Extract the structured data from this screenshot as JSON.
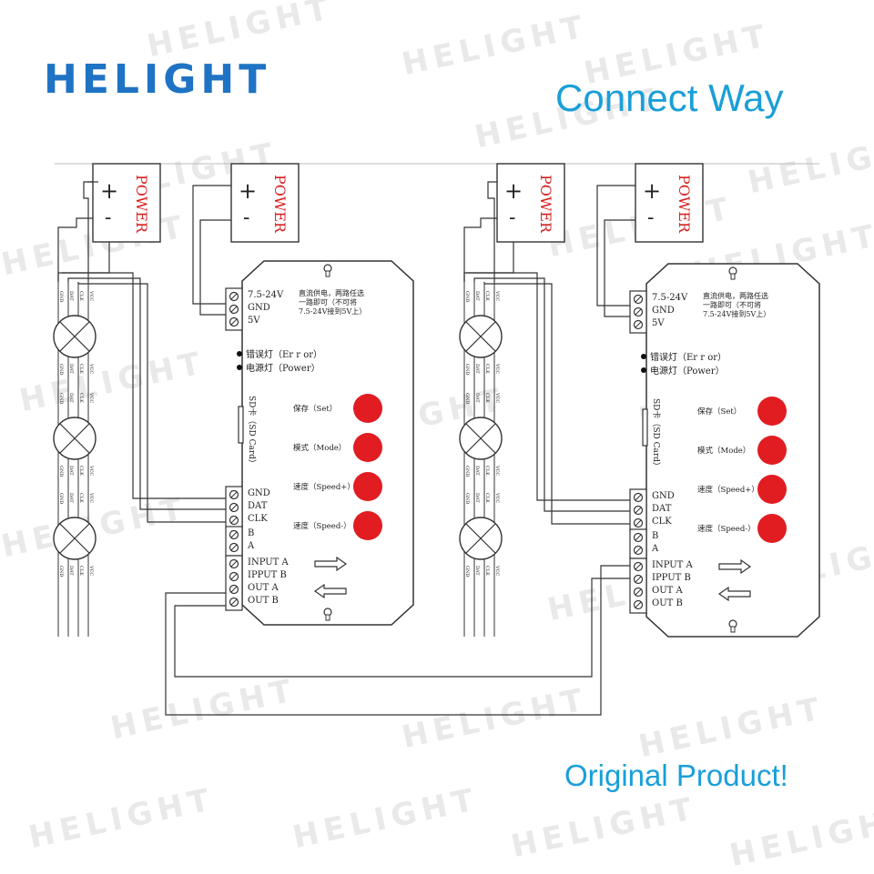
{
  "brand": {
    "name": "HELIGHT"
  },
  "watermark": "HELIGHT",
  "heading": "Connect Way",
  "footer_note": "Original Product!",
  "colors": {
    "brand": "#1f73c4",
    "heading": "#1a9fd8",
    "button": "#e11d22",
    "power_label": "#d62020",
    "line": "#333333"
  },
  "power_supply": {
    "label": "POWER",
    "plus": "+",
    "minus": "-"
  },
  "controller": {
    "power_terminals": [
      "7.5-24V",
      "GND",
      "5V"
    ],
    "power_note": [
      "直流供电，两路任选",
      "一路即可（不可将",
      "7.5-24V接到5V上）"
    ],
    "indicators": [
      "错误灯（Er r or）",
      "电源灯（Power）"
    ],
    "sd_label": "SD卡（SD Card）",
    "buttons": [
      "保存（Set）",
      "模式（Mode）",
      "速度（Speed+）",
      "速度（Speed-）"
    ],
    "signal_terminals": [
      "GND",
      "DAT",
      "CLK"
    ],
    "bus_terminals": [
      "B",
      "A",
      "INPUT A",
      "IPPUT B",
      "OUT A",
      "OUT B"
    ]
  },
  "lamp_labels": {
    "top": [
      "GND",
      "DAT",
      "CLK",
      "VCC"
    ],
    "bottom": [
      "GND",
      "DAT",
      "CLK",
      "VCC"
    ]
  }
}
